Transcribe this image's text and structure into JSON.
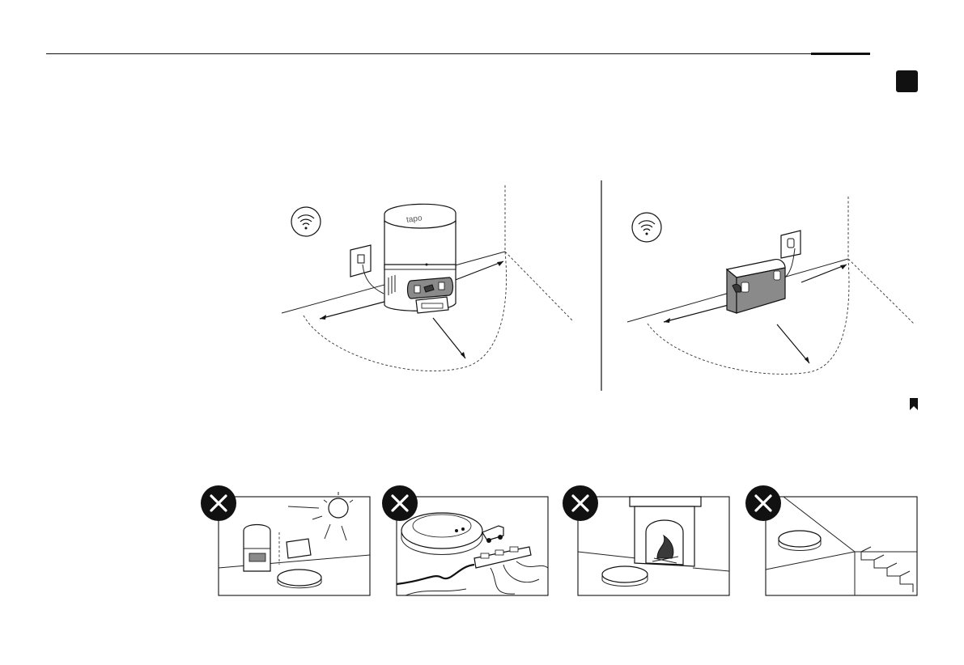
{
  "header": {
    "language_tab": "",
    "bookmark_icon": "bookmark-icon"
  },
  "figure_top": {
    "station_logo": "tapo",
    "wifi_icon": "wifi-icon",
    "left_scene": "dock-with-wall-outlet",
    "right_scene": "alternate-dock-with-wall-outlet"
  },
  "figure_bottom": {
    "cross_icon": "x-circle-icon",
    "scenes": [
      "avoid-direct-sunlight",
      "avoid-cables-and-small-objects",
      "avoid-fireplace",
      "avoid-stairs-edges"
    ]
  }
}
